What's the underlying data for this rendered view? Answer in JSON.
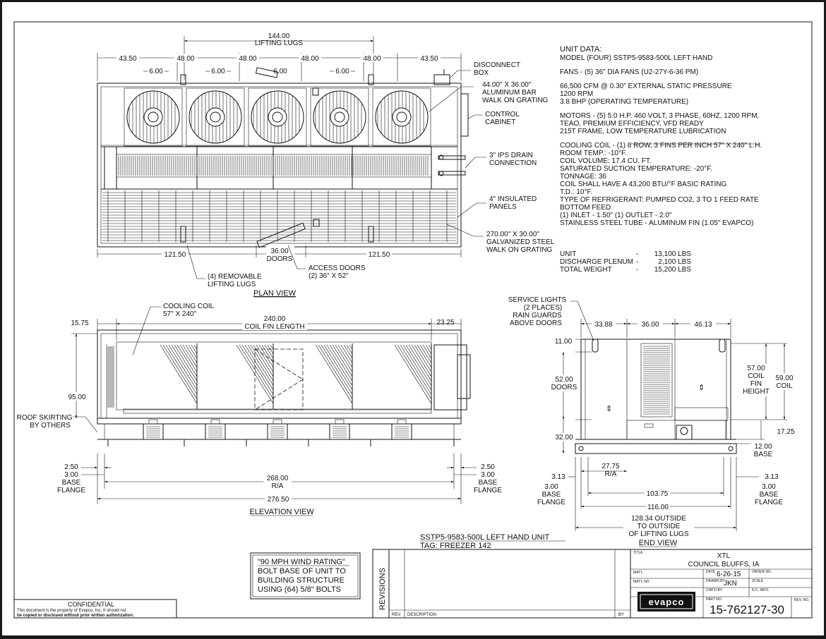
{
  "dims": {
    "plan_total": "144.00",
    "plan_total_sub": "LIFTING LUGS",
    "plan_top": [
      "43.50",
      "48.00",
      "48.00",
      "48.00",
      "48.00",
      "43.50"
    ],
    "plan_small": [
      "6.00",
      "6.00",
      "6.00",
      "6.00"
    ],
    "plan_bottom_left": "121.50",
    "plan_bottom_mid": "36.00",
    "plan_bottom_mid_sub": "DOORS",
    "plan_bottom_right": "121.50",
    "elev_left": "15.75",
    "elev_top": "240.00",
    "elev_top_sub": "COIL FIN LENGTH",
    "elev_right": "23.25",
    "elev_height": "95.00",
    "elev_bl1": "2.50",
    "elev_bl2": "3.00",
    "elev_bl2a": "BASE",
    "elev_bl2b": "FLANGE",
    "elev_mid": "268.00",
    "elev_mid_sub": "R/A",
    "elev_total": "276.50",
    "elev_br1": "2.50",
    "elev_br2": "3.00",
    "elev_br2a": "BASE",
    "elev_br2b": "FLANGE",
    "end_top": [
      "33.88",
      "36.00",
      "46.13"
    ],
    "end_11": "11.00",
    "end_52": "52.00",
    "end_52_sub": "DOORS",
    "end_32": "32.00",
    "end_57": "57.00",
    "end_57_a": "COIL",
    "end_57_b": "FIN",
    "end_57_c": "HEIGHT",
    "end_59": "59.00",
    "end_59_a": "COIL",
    "end_1725": "17.25",
    "end_12": "12.00",
    "end_12_a": "BASE",
    "end_2775": "27.75",
    "end_2775_a": "R/A",
    "end_313l": "3.13",
    "end_313r": "3.13",
    "end_3l": "3.00",
    "end_3l_a": "BASE",
    "end_3l_b": "FLANGE",
    "end_3r": "3.00",
    "end_3r_a": "BASE",
    "end_3r_b": "FLANGE",
    "end_10375": "103.75",
    "end_116": "116.00",
    "end_12834": "128.34 OUTSIDE",
    "end_12834_a": "TO OUTSIDE",
    "end_12834_b": "OF LIFTING LUGS"
  },
  "callouts": {
    "disconnect": [
      "DISCONNECT",
      "BOX"
    ],
    "walk44": [
      "44.00\" X 36.00\"",
      "ALUMINUM BAR",
      "WALK ON GRATING"
    ],
    "control": [
      "CONTROL",
      "CABINET"
    ],
    "drain": [
      "3\" IPS DRAIN",
      "CONNECTION"
    ],
    "panels": [
      "4\" INSULATED",
      "PANELS"
    ],
    "walk270": [
      "270.00\" X 30.00\"",
      "GALVANIZED STEEL",
      "WALK ON GRATING"
    ],
    "access": [
      "ACCESS DOORS",
      "(2) 36\" X 52\""
    ],
    "lugs": [
      "(4) REMOVABLE",
      "LIFTING LUGS"
    ],
    "coil": [
      "COOLING COIL",
      "57\" X 240\""
    ],
    "skirting": [
      "ROOF SKIRTING",
      "BY OTHERS"
    ],
    "lights": [
      "SERVICE LIGHTS",
      "(2 PLACES)",
      "RAIN GUARDS",
      "ABOVE DOORS"
    ]
  },
  "views": {
    "plan": "PLAN VIEW",
    "elevation": "ELEVATION VIEW",
    "end": "END VIEW"
  },
  "unit_data": {
    "heading": "UNIT DATA:",
    "lines": [
      "MODEL (FOUR) SSTP5-9583-500L LEFT HAND",
      "",
      "FANS - (5) 36\" DIA FANS (U2-27Y-6-36 PM)",
      "",
      "66,500 CFM @ 0.30\" EXTERNAL STATIC PRESSURE",
      "1200 RPM",
      "3.8 BHP (OPERATING TEMPERATURE)",
      "",
      "MOTORS - (5) 5.0 H.P. 460 VOLT, 3 PHASE, 60HZ, 1200 RPM,",
      "            TEAO, PREMIUM EFFICIENCY, VFD READY",
      "            215T FRAME, LOW TEMPERATURE LUBRICATION",
      "",
      "COOLING COIL - (1) 8 ROW, 3 FINS PER INCH 57\" X 240\" L.H.",
      "            ROOM TEMP.:     -10°F.",
      "            COIL VOLUME:   17.4 CU. FT.",
      "            SATURATED SUCTION TEMPERATURE:   -20°F.",
      "            TONNAGE:   36",
      "            COIL SHALL HAVE A 43,200 BTU/°F BASIC RATING",
      "            T.D.:        10°F.",
      "            TYPE OF REFRIGERANT: PUMPED   CO2, 3 TO 1 FEED RATE",
      "            BOTTOM FEED",
      "            (1) INLET - 1.50\" (1) OUTLET - 2.0\"",
      "            STAINLESS STEEL TUBE - ALUMINUM FIN (1.05\" EVAPCO)"
    ],
    "weights": [
      {
        "label": "UNIT",
        "value": "13,100 LBS"
      },
      {
        "label": "DISCHARGE PLENUM",
        "value": "2,100 LBS"
      },
      {
        "label": "TOTAL WEIGHT",
        "value": "15,200 LBS"
      }
    ]
  },
  "unit_tag": [
    "SSTP5-9583-500L LEFT HAND UNIT",
    "TAG: FREEZER 142"
  ],
  "wind_note": [
    "\"90 MPH WIND RATING\"",
    "BOLT BASE OF UNIT TO",
    "BUILDING STRUCTURE",
    "USING (64) 5/8\" BOLTS"
  ],
  "confidential": {
    "title": "CONFIDENTIAL",
    "line1": "This document is the property of Evapco, Inc.  It should not",
    "line2": "be copied or disclosed without prior written authorization."
  },
  "revisions": {
    "label": "REVISIONS",
    "rev": "REV.",
    "description": "DESCRIPTION",
    "by": "BY"
  },
  "title_block": {
    "title_label": "TITLE",
    "title1": "XTL",
    "title2": "COUNCIL BLUFFS, IA",
    "matl": "MAT'L",
    "date_label": "DATE",
    "date": "6-26-15",
    "order_label": "ORDER NO.",
    "matl_no": "MAT'L NO.",
    "drawn_label": "DRAWN BY",
    "drawn": "JKN",
    "scale_label": "SCALE",
    "chkd_label": "CHK'D BY",
    "nc_label": "N.C. INFO.",
    "part_label": "PART NO.",
    "part_no": "15-762127-30",
    "rev_no_label": "REV. NO.",
    "logo": "evapco"
  },
  "colors": {
    "ink": "#111111",
    "paper": "#ffffff",
    "frame": "#1a1a1a"
  }
}
